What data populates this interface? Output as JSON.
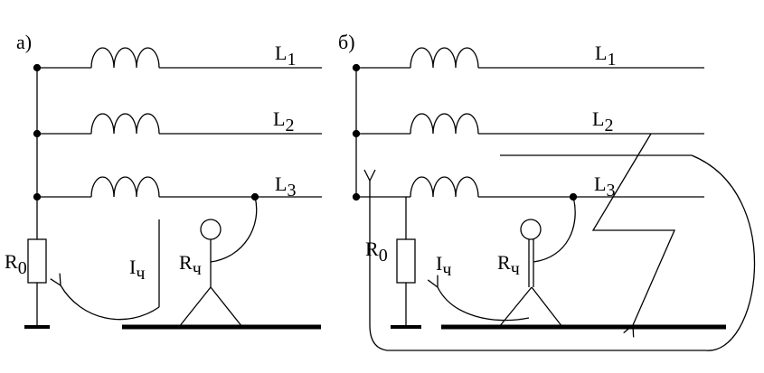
{
  "panel_a": {
    "label": "а)",
    "phases": [
      {
        "main": "L",
        "sub": "1"
      },
      {
        "main": "L",
        "sub": "2"
      },
      {
        "main": "L",
        "sub": "3"
      }
    ],
    "r0": {
      "main": "R",
      "sub": "0"
    },
    "current": {
      "main": "I",
      "sub": "ч"
    },
    "rch": {
      "main": "R",
      "sub": "ч"
    }
  },
  "panel_b": {
    "label": "б)",
    "phases": [
      {
        "main": "L",
        "sub": "1"
      },
      {
        "main": "L",
        "sub": "2"
      },
      {
        "main": "L",
        "sub": "3"
      }
    ],
    "r0": {
      "main": "R",
      "sub": "0"
    },
    "current": {
      "main": "I",
      "sub": "ч"
    },
    "rch": {
      "main": "R",
      "sub": "ч"
    }
  }
}
